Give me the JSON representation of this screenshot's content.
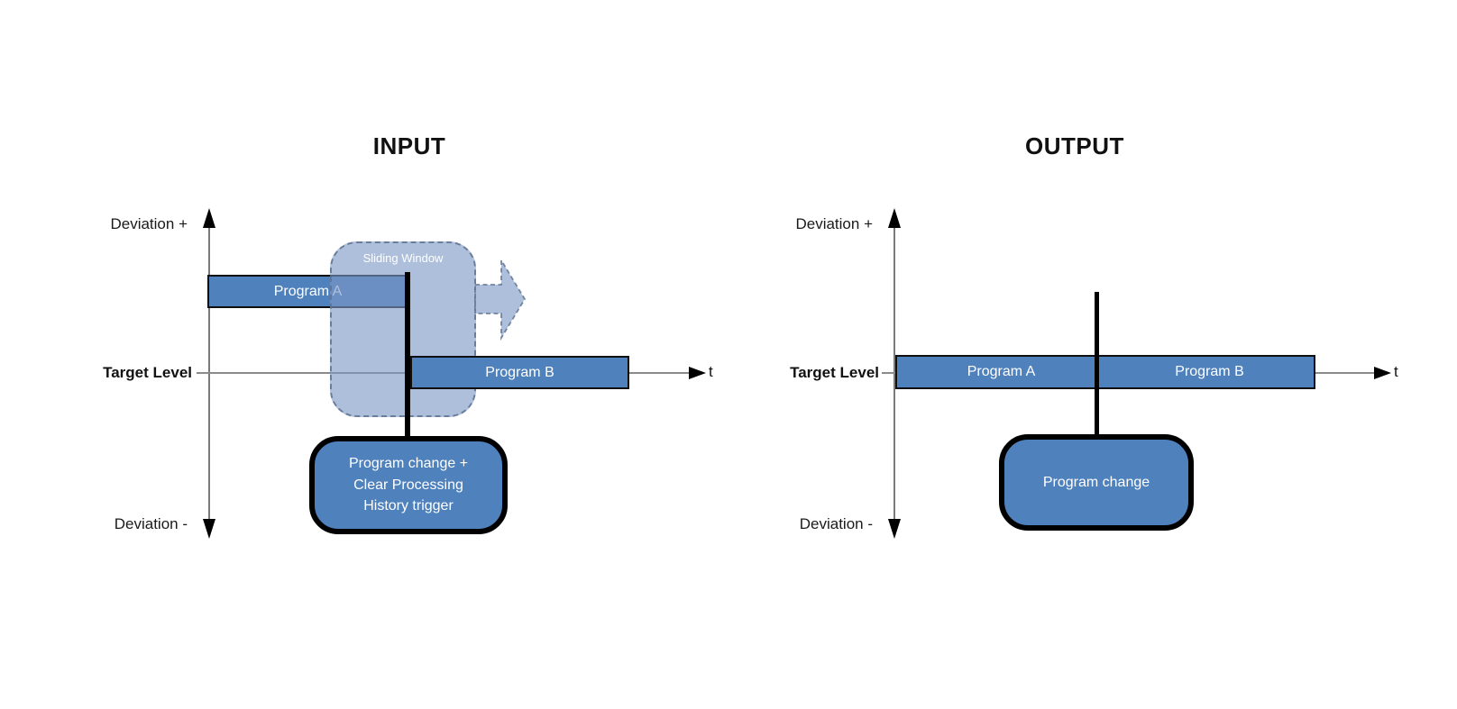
{
  "colors": {
    "program_fill": "#4f81bd",
    "program_border": "#0f0f0f",
    "window_fill": "#7c98c5",
    "window_border": "#607492",
    "connector_line": "#000000",
    "axis_line": "#7a7a7a",
    "box_border": "#000000",
    "label_light": "#ffffff",
    "label_dark": "#1a1a1a"
  },
  "input": {
    "title": "INPUT",
    "axis": {
      "y_top_label": "Deviation +",
      "y_bottom_label": "Deviation -",
      "target_label": "Target Level",
      "t_label": "t"
    },
    "program_a_label": "Program A",
    "program_b_label": "Program B",
    "sliding_window_label": "Sliding Window",
    "trigger_lines": [
      "Program change +",
      "Clear Processing",
      "History trigger"
    ]
  },
  "output": {
    "title": "OUTPUT",
    "axis": {
      "y_top_label": "Deviation +",
      "y_bottom_label": "Deviation -",
      "target_label": "Target Level",
      "t_label": "t"
    },
    "program_a_label": "Program A",
    "program_b_label": "Program B",
    "trigger_label": "Program change"
  }
}
